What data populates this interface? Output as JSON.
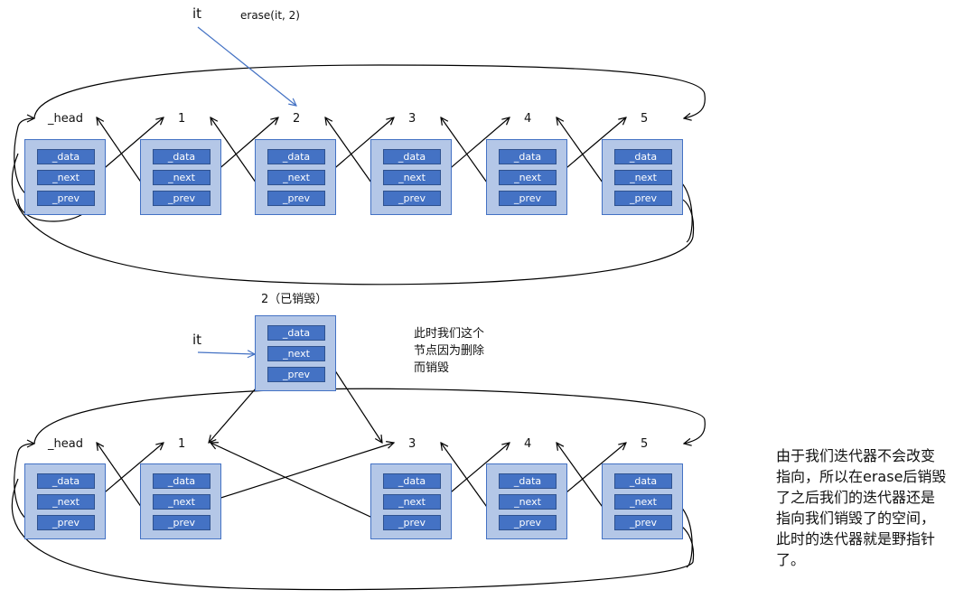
{
  "labels": {
    "it_top": "it",
    "erase_call": "erase(it, 2)",
    "it_mid": "it",
    "destroyed_node_label": "2（已销毁）"
  },
  "fields": {
    "data": "_data",
    "next": "_next",
    "prev": "_prev"
  },
  "top_list": {
    "node_labels": [
      "_head",
      "1",
      "2",
      "3",
      "4",
      "5"
    ]
  },
  "bottom_list": {
    "node_labels": [
      "_head",
      "1",
      "3",
      "4",
      "5"
    ]
  },
  "notes": {
    "destroyed_note": "此时我们这个节点因为删除而销毁",
    "explanation": "由于我们迭代器不会改变指向，所以在erase后销毁了之后我们的迭代器还是指向我们销毁了的空间，此时的迭代器就是野指针了。"
  },
  "colors": {
    "node_fill": "#b4c7e7",
    "field_fill": "#4472c4",
    "iterator_arrow": "#4472c4",
    "link_arrow": "#000000"
  }
}
